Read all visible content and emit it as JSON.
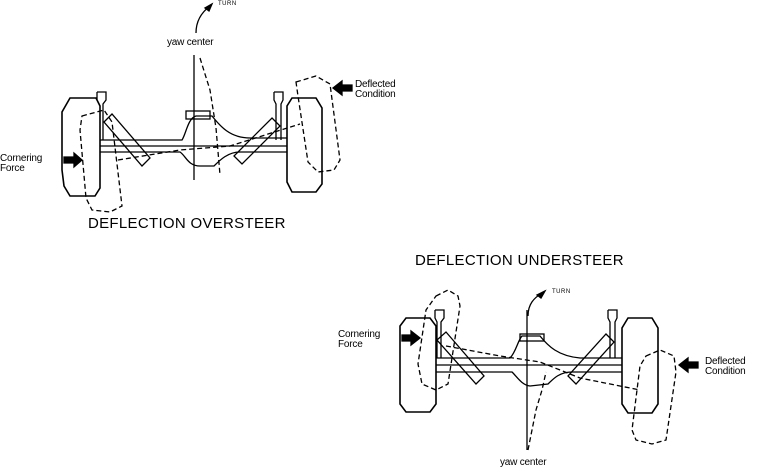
{
  "oversteer": {
    "title": "DEFLECTION OVERSTEER",
    "turn_label": "TURN",
    "yaw_label": "yaw center",
    "cornering_label": [
      "Cornering",
      "Force"
    ],
    "deflected_label": [
      "Deflected",
      "Condition"
    ]
  },
  "understeer": {
    "title": "DEFLECTION UNDERSTEER",
    "turn_label": "TURN",
    "yaw_label": "yaw center",
    "cornering_label": [
      "Cornering",
      "Force"
    ],
    "deflected_label": [
      "Deflected",
      "Condition"
    ]
  },
  "colors": {
    "ink": "#000000",
    "paper": "#ffffff"
  }
}
